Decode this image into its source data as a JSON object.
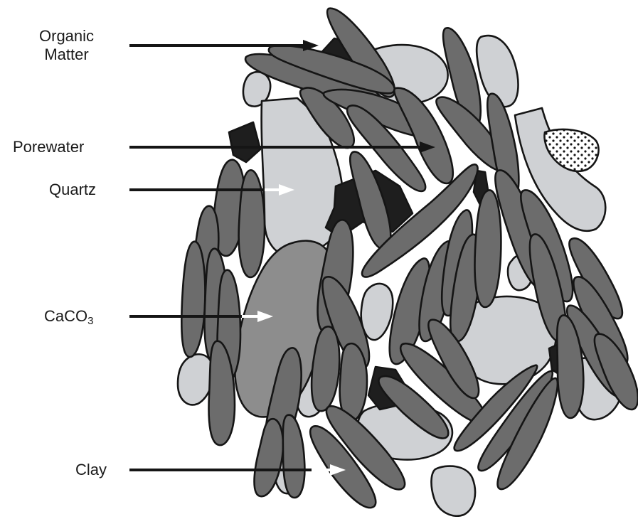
{
  "labels": {
    "organic_line1": "Organic",
    "organic_line2": "Matter",
    "porewater": "Porewater",
    "quartz": "Quartz",
    "caco3_main": "CaCO",
    "caco3_sub": "3",
    "clay": "Clay"
  },
  "colors": {
    "clay": "#6c6c6c",
    "quartz": "#cfd1d4",
    "caco3": "#8d8d8d",
    "organic": "#1e1e1e",
    "porewater": "#ffffff",
    "outline": "#151515"
  }
}
